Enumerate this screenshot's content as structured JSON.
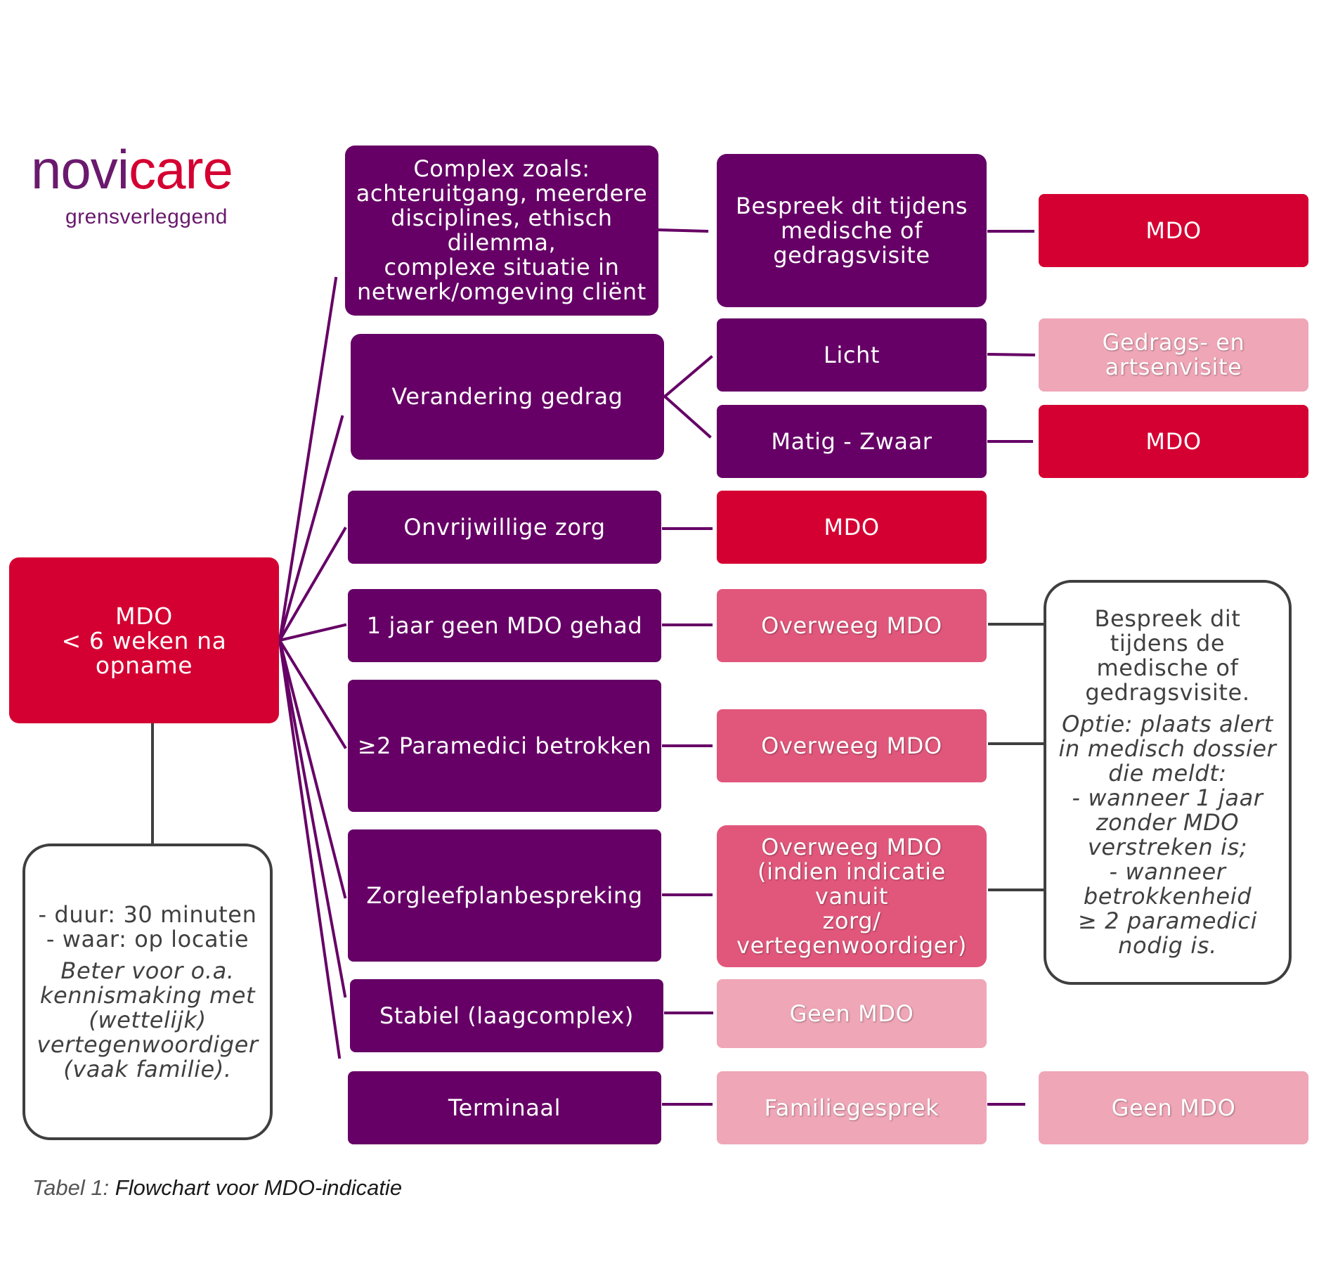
{
  "colors": {
    "dark_purple": "#660066",
    "red": "#d40032",
    "mid_pink": "#e1577b",
    "light_pink": "#efa6b7",
    "connector_purple": "#660066",
    "connector_grey": "#3f3f3f",
    "logo_purple": "#6a1a6e",
    "logo_red": "#d40032"
  },
  "logo": {
    "part1": "novi",
    "part2": "care",
    "tagline": "grensverleggend"
  },
  "root": {
    "line1": "MDO",
    "line2": "< 6 weken na opname"
  },
  "root_note": {
    "normal": "- duur: 30 minuten\n- waar: op locatie",
    "italic": "Beter voor o.a.\nkennismaking met\n(wettelijk)\nvertegenwoordiger\n(vaak familie)."
  },
  "branches": {
    "complex": "Complex zoals:\nachteruitgang, meerdere\ndisciplines, ethisch\ndilemma,\ncomplexe situatie in\nnetwerk/omgeving cliënt",
    "gedrag": "Verandering gedrag",
    "onvrijwillig": "Onvrijwillige zorg",
    "jaar": "1 jaar geen MDO gehad",
    "paramedici": "≥2 Paramedici betrokken",
    "zorgleefplan": "Zorgleefplanbespreking",
    "stabiel": "Stabiel (laagcomplex)",
    "terminaal": "Terminaal"
  },
  "level2": {
    "complex": "Bespreek dit tijdens\nmedische of\ngedragsvisite",
    "licht": "Licht",
    "matig": "Matig - Zwaar",
    "onvrijwillig": "MDO",
    "jaar": "Overweeg MDO",
    "paramedici": "Overweeg MDO",
    "zorgleefplan": "Overweeg MDO\n(indien indicatie vanuit\nzorg/\nvertegenwoordiger)",
    "stabiel": "Geen MDO",
    "terminaal": "Familiegesprek"
  },
  "level3": {
    "complex": "MDO",
    "licht": "Gedrags- en\nartsenvisite",
    "matig": "MDO",
    "terminaal": "Geen MDO"
  },
  "side_note": {
    "normal": "Bespreek dit\ntijdens de\nmedische of\ngedragsvisite.",
    "italic": "Optie: plaats alert\nin medisch dossier\ndie meldt:\n- wanneer 1 jaar\nzonder MDO\nverstreken is;\n- wanneer\nbetrokkenheid\n≥ 2 paramedici\nnodig is."
  },
  "caption": {
    "prefix": "Tabel 1: ",
    "title": "Flowchart voor MDO-indicatie"
  }
}
